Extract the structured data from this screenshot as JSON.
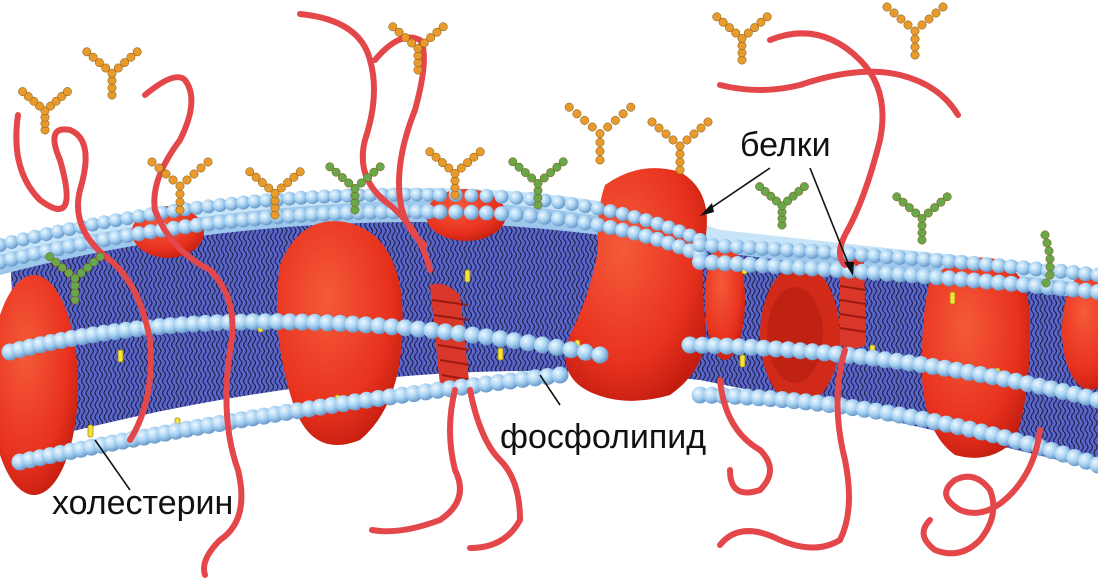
{
  "labels": {
    "proteins": "белки",
    "phospholipid": "фосфолипид",
    "cholesterol": "холестерин"
  },
  "colors": {
    "protein": "#e8321e",
    "protein_dark": "#c41d10",
    "protein_fiber": "#e4474a",
    "head": "#a9d3f2",
    "head_edge": "#6c9ccc",
    "tails": "#5a65c8",
    "tail_line": "#1c1f4a",
    "glyco_orange": "#e99a2c",
    "glyco_green": "#6aa64a",
    "cholesterol": "#f5e23a"
  },
  "icons": {
    "membrane": "lipid-bilayer-illustration"
  }
}
